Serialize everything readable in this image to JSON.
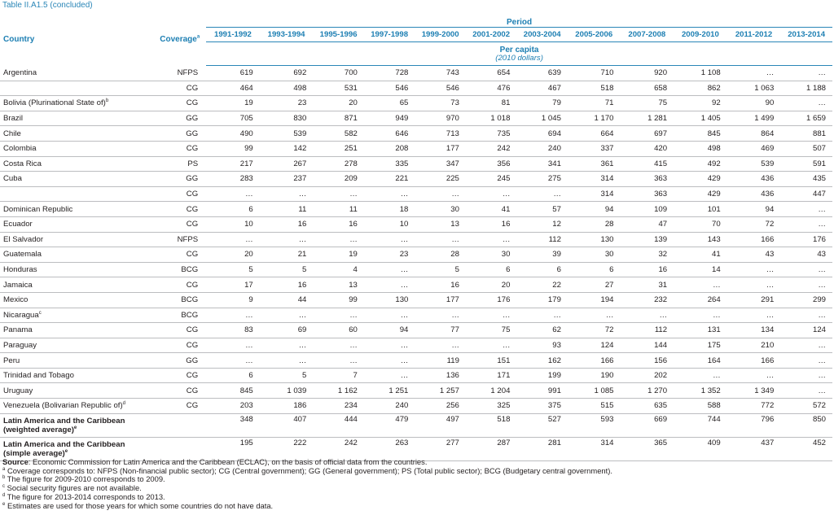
{
  "caption": "Table II.A1.5 (concluded)",
  "header": {
    "country": "Country",
    "coverage": "Coverage",
    "coverage_sup": "a",
    "period": "Period",
    "per_capita": "Per capita",
    "unit": "(2010 dollars)",
    "years": [
      "1991-1992",
      "1993-1994",
      "1995-1996",
      "1997-1998",
      "1999-2000",
      "2001-2002",
      "2003-2004",
      "2005-2006",
      "2007-2008",
      "2009-2010",
      "2011-2012",
      "2013-2014"
    ]
  },
  "rows": [
    {
      "country": "Argentina",
      "sup": "",
      "coverage": "NFPS",
      "values": [
        "619",
        "692",
        "700",
        "728",
        "743",
        "654",
        "639",
        "710",
        "920",
        "1 108",
        "…",
        "…"
      ]
    },
    {
      "country": "",
      "sup": "",
      "coverage": "CG",
      "values": [
        "464",
        "498",
        "531",
        "546",
        "546",
        "476",
        "467",
        "518",
        "658",
        "862",
        "1 063",
        "1 188"
      ]
    },
    {
      "country": "Bolivia (Plurinational State of)",
      "sup": "b",
      "coverage": "CG",
      "values": [
        "19",
        "23",
        "20",
        "65",
        "73",
        "81",
        "79",
        "71",
        "75",
        "92",
        "90",
        "…"
      ]
    },
    {
      "country": "Brazil",
      "sup": "",
      "coverage": "GG",
      "values": [
        "705",
        "830",
        "871",
        "949",
        "970",
        "1 018",
        "1 045",
        "1 170",
        "1 281",
        "1 405",
        "1 499",
        "1 659"
      ]
    },
    {
      "country": "Chile",
      "sup": "",
      "coverage": "GG",
      "values": [
        "490",
        "539",
        "582",
        "646",
        "713",
        "735",
        "694",
        "664",
        "697",
        "845",
        "864",
        "881"
      ]
    },
    {
      "country": "Colombia",
      "sup": "",
      "coverage": "CG",
      "values": [
        "99",
        "142",
        "251",
        "208",
        "177",
        "242",
        "240",
        "337",
        "420",
        "498",
        "469",
        "507"
      ]
    },
    {
      "country": "Costa Rica",
      "sup": "",
      "coverage": "PS",
      "values": [
        "217",
        "267",
        "278",
        "335",
        "347",
        "356",
        "341",
        "361",
        "415",
        "492",
        "539",
        "591"
      ]
    },
    {
      "country": "Cuba",
      "sup": "",
      "coverage": "GG",
      "values": [
        "283",
        "237",
        "209",
        "221",
        "225",
        "245",
        "275",
        "314",
        "363",
        "429",
        "436",
        "435"
      ]
    },
    {
      "country": "",
      "sup": "",
      "coverage": "CG",
      "values": [
        "…",
        "…",
        "…",
        "…",
        "…",
        "…",
        "…",
        "314",
        "363",
        "429",
        "436",
        "447"
      ]
    },
    {
      "country": "Dominican Republic",
      "sup": "",
      "coverage": "CG",
      "values": [
        "6",
        "11",
        "11",
        "18",
        "30",
        "41",
        "57",
        "94",
        "109",
        "101",
        "94",
        "…"
      ]
    },
    {
      "country": "Ecuador",
      "sup": "",
      "coverage": "CG",
      "values": [
        "10",
        "16",
        "16",
        "10",
        "13",
        "16",
        "12",
        "28",
        "47",
        "70",
        "72",
        "…"
      ]
    },
    {
      "country": "El Salvador",
      "sup": "",
      "coverage": "NFPS",
      "values": [
        "…",
        "…",
        "…",
        "…",
        "…",
        "…",
        "112",
        "130",
        "139",
        "143",
        "166",
        "176"
      ]
    },
    {
      "country": "Guatemala",
      "sup": "",
      "coverage": "CG",
      "values": [
        "20",
        "21",
        "19",
        "23",
        "28",
        "30",
        "39",
        "30",
        "32",
        "41",
        "43",
        "43"
      ]
    },
    {
      "country": "Honduras",
      "sup": "",
      "coverage": "BCG",
      "values": [
        "5",
        "5",
        "4",
        "…",
        "5",
        "6",
        "6",
        "6",
        "16",
        "14",
        "…",
        "…"
      ]
    },
    {
      "country": "Jamaica",
      "sup": "",
      "coverage": "CG",
      "values": [
        "17",
        "16",
        "13",
        "…",
        "16",
        "20",
        "22",
        "27",
        "31",
        "…",
        "…",
        "…"
      ]
    },
    {
      "country": "Mexico",
      "sup": "",
      "coverage": "BCG",
      "values": [
        "9",
        "44",
        "99",
        "130",
        "177",
        "176",
        "179",
        "194",
        "232",
        "264",
        "291",
        "299"
      ]
    },
    {
      "country": "Nicaragua",
      "sup": "c",
      "coverage": "BCG",
      "values": [
        "…",
        "…",
        "…",
        "…",
        "…",
        "…",
        "…",
        "…",
        "…",
        "…",
        "…",
        "…"
      ]
    },
    {
      "country": "Panama",
      "sup": "",
      "coverage": "CG",
      "values": [
        "83",
        "69",
        "60",
        "94",
        "77",
        "75",
        "62",
        "72",
        "112",
        "131",
        "134",
        "124"
      ]
    },
    {
      "country": "Paraguay",
      "sup": "",
      "coverage": "CG",
      "values": [
        "…",
        "…",
        "…",
        "…",
        "…",
        "…",
        "93",
        "124",
        "144",
        "175",
        "210",
        "…"
      ]
    },
    {
      "country": "Peru",
      "sup": "",
      "coverage": "GG",
      "values": [
        "…",
        "…",
        "…",
        "…",
        "119",
        "151",
        "162",
        "166",
        "156",
        "164",
        "166",
        "…"
      ]
    },
    {
      "country": "Trinidad and Tobago",
      "sup": "",
      "coverage": "CG",
      "values": [
        "6",
        "5",
        "7",
        "…",
        "136",
        "171",
        "199",
        "190",
        "202",
        "…",
        "…",
        "…"
      ]
    },
    {
      "country": "Uruguay",
      "sup": "",
      "coverage": "CG",
      "values": [
        "845",
        "1 039",
        "1 162",
        "1 251",
        "1 257",
        "1 204",
        "991",
        "1 085",
        "1 270",
        "1 352",
        "1 349",
        "…"
      ]
    },
    {
      "country": "Venezuela (Bolivarian Republic of)",
      "sup": "d",
      "coverage": "CG",
      "values": [
        "203",
        "186",
        "234",
        "240",
        "256",
        "325",
        "375",
        "515",
        "635",
        "588",
        "772",
        "572"
      ]
    }
  ],
  "averages": [
    {
      "line1": "Latin America and the Caribbean",
      "line2": "(weighted average)",
      "sup": "e",
      "values": [
        "348",
        "407",
        "444",
        "479",
        "497",
        "518",
        "527",
        "593",
        "669",
        "744",
        "796",
        "850"
      ]
    },
    {
      "line1": "Latin America and the Caribbean",
      "line2": "(simple average)",
      "sup": "e",
      "values": [
        "195",
        "222",
        "242",
        "263",
        "277",
        "287",
        "281",
        "314",
        "365",
        "409",
        "437",
        "452"
      ]
    }
  ],
  "notes": {
    "source_label": "Source",
    "source_text": ": Economic Commission for Latin America and the Caribbean (ECLAC), on the basis of official data from the countries.",
    "items": [
      {
        "sup": "a",
        "text": "Coverage corresponds to: NFPS (Non-financial public sector); CG (Central government); GG (General government); PS (Total public sector); BCG (Budgetary central government)."
      },
      {
        "sup": "b",
        "text": "The figure for 2009-2010 corresponds to 2009."
      },
      {
        "sup": "c",
        "text": "Social security figures are not available."
      },
      {
        "sup": "d",
        "text": "The figure for 2013-2014 corresponds to 2013."
      },
      {
        "sup": "e",
        "text": "Estimates are used for those years for which some countries do not have data."
      }
    ]
  }
}
